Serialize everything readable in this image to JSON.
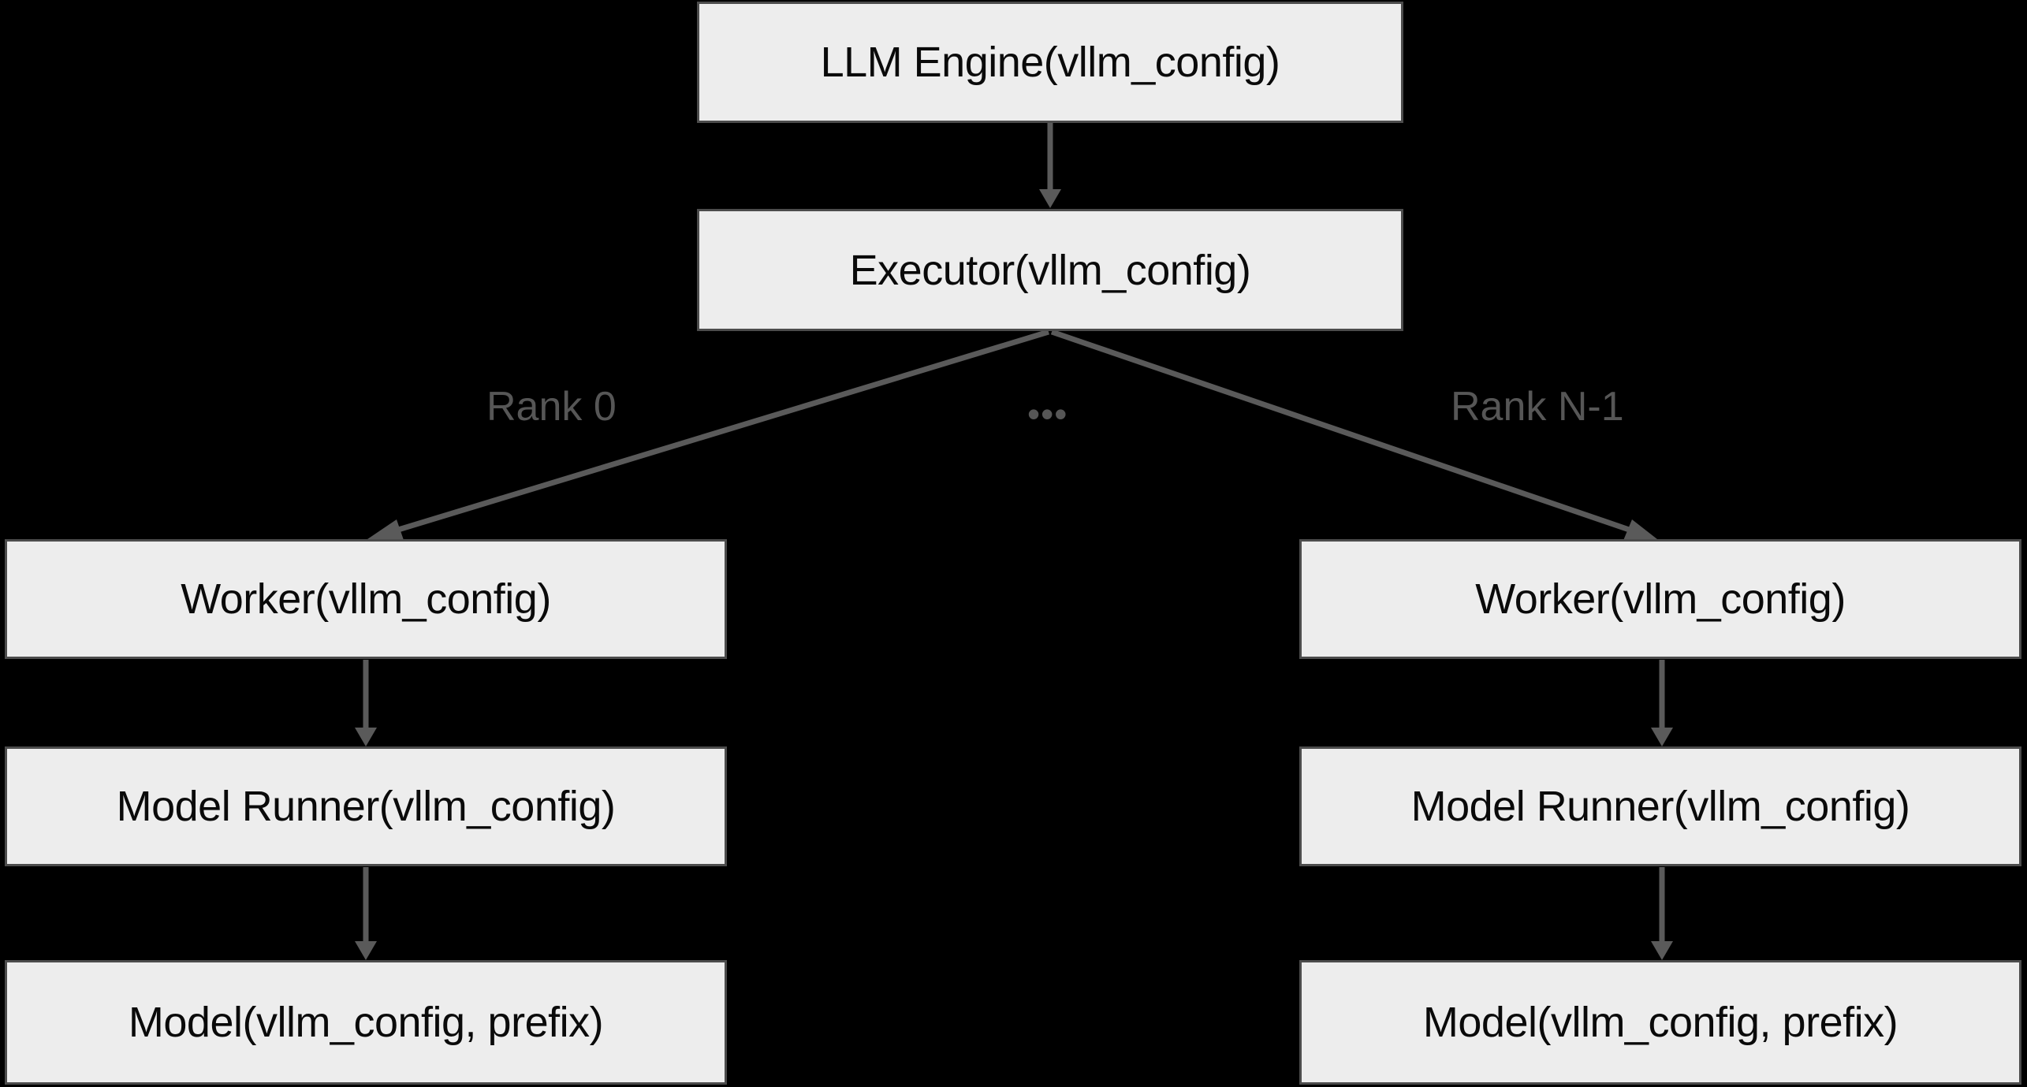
{
  "diagram": {
    "type": "flowchart",
    "orientation": "top-down",
    "background_color": "#000000",
    "node_fill_color": "#ededed",
    "node_border_color": "#4c4c4c",
    "node_text_color": "#0a0a0a",
    "edge_color": "#5a5a5a",
    "edge_label_color": "#565656",
    "nodes": [
      {
        "id": "llm-engine",
        "label": "LLM Engine(vllm_config)"
      },
      {
        "id": "executor",
        "label": "Executor(vllm_config)"
      },
      {
        "id": "worker-0",
        "label": "Worker(vllm_config)"
      },
      {
        "id": "worker-n",
        "label": "Worker(vllm_config)"
      },
      {
        "id": "runner-0",
        "label": "Model Runner(vllm_config)"
      },
      {
        "id": "runner-n",
        "label": "Model Runner(vllm_config)"
      },
      {
        "id": "model-0",
        "label": "Model(vllm_config, prefix)"
      },
      {
        "id": "model-n",
        "label": "Model(vllm_config, prefix)"
      }
    ],
    "edges": [
      {
        "from": "llm-engine",
        "to": "executor",
        "label": ""
      },
      {
        "from": "executor",
        "to": "worker-0",
        "label": "Rank 0"
      },
      {
        "from": "executor",
        "to": "worker-n",
        "label": "Rank N-1"
      },
      {
        "from": "worker-0",
        "to": "runner-0",
        "label": ""
      },
      {
        "from": "worker-n",
        "to": "runner-n",
        "label": ""
      },
      {
        "from": "runner-0",
        "to": "model-0",
        "label": ""
      },
      {
        "from": "runner-n",
        "to": "model-n",
        "label": ""
      }
    ],
    "edge_labels": {
      "rank_0": "Rank 0",
      "rank_n": "Rank N-1",
      "ellipsis": "•••"
    }
  }
}
